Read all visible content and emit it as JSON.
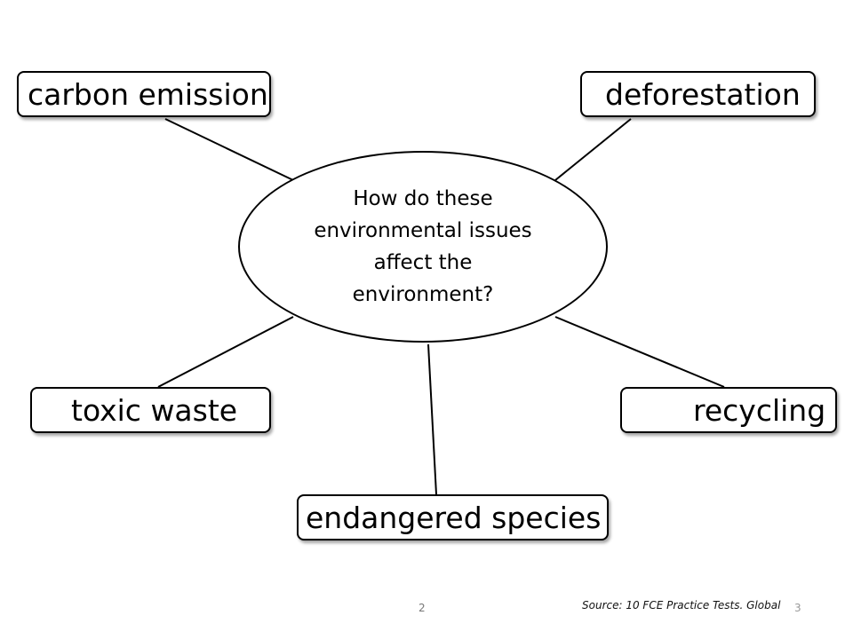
{
  "center": {
    "lines": [
      "How do these",
      "environmental issues",
      "affect the",
      "environment?"
    ]
  },
  "topics": {
    "carbon_emission": "carbon emission",
    "deforestation": "deforestation",
    "toxic_waste": "toxic waste",
    "recycling": "recycling",
    "endangered_species": "endangered species"
  },
  "footer": {
    "page_number": "2",
    "page_number_overlay": "3",
    "source": "Source: 10  FCE Practice Tests. Global"
  }
}
